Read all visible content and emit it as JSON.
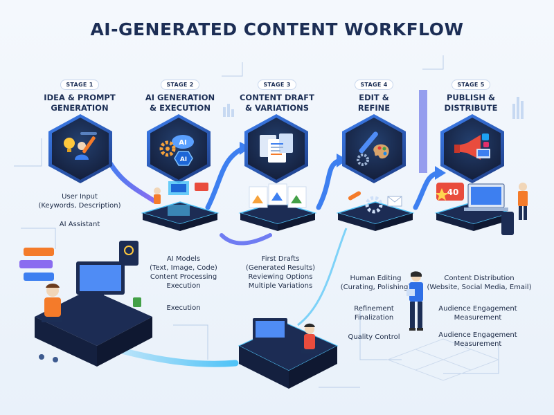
{
  "title": "AI-GENERATED CONTENT WORKFLOW",
  "stages": [
    {
      "badge": "STAGE 1",
      "title_line1": "IDEA & PROMPT",
      "title_line2": "GENERATION",
      "icon": "idea-prompt-icon"
    },
    {
      "badge": "STAGE 2",
      "title_line1": "AI GENERATION",
      "title_line2": "& EXECUTION",
      "icon": "ai-cloud-gear-icon"
    },
    {
      "badge": "STAGE 3",
      "title_line1": "CONTENT DRAFT",
      "title_line2": "& VARIATIONS",
      "icon": "documents-icon"
    },
    {
      "badge": "STAGE 4",
      "title_line1": "EDIT &",
      "title_line2": "REFINE",
      "icon": "pen-palette-icon"
    },
    {
      "badge": "STAGE 5",
      "title_line1": "PUBLISH &",
      "title_line2": "DISTRIBUTE",
      "icon": "megaphone-icon"
    }
  ],
  "labels": {
    "s1_user_input": "User Input",
    "s1_user_input_detail": "(Keywords, Description)",
    "s1_ai_assistant": "AI Assistant",
    "s2_ai_models": "AI Models",
    "s2_ai_models_detail": "(Text, Image, Code)",
    "s2_content_processing": "Content Processing",
    "s2_execution_line": "Execution",
    "s2_execution": "Execution",
    "s3_first_drafts": "First Drafts",
    "s3_generated_results": "(Generated Results)",
    "s3_reviewing_options": "Reviewing Options",
    "s3_multiple_variations": "Multiple Variations",
    "s4_human_editing": "Human Editing",
    "s4_human_editing_detail": "(Curating, Polishing)",
    "s4_refinement": "Refinement",
    "s4_finalization": "Finalization",
    "s4_quality_control": "Quality Control",
    "s5_content_distribution": "Content Distribution",
    "s5_channels": "(Website, Social Media, Email)",
    "s5_audience_engagement": "Audience Engagement",
    "s5_measurement": "Measurement",
    "s5_audience_engagement_2": "Audience Engagement",
    "s5_measurement_2": "Measurement",
    "ai_chip": "AI",
    "ai_cloud": "AI",
    "rating": "40"
  },
  "colors": {
    "accent_blue": "#2f6fe6",
    "dark_navy": "#141f3c",
    "cyan_glow": "#4fc3f7",
    "purple_flow": "#8a6cf0",
    "orange_person": "#f47b2a"
  }
}
